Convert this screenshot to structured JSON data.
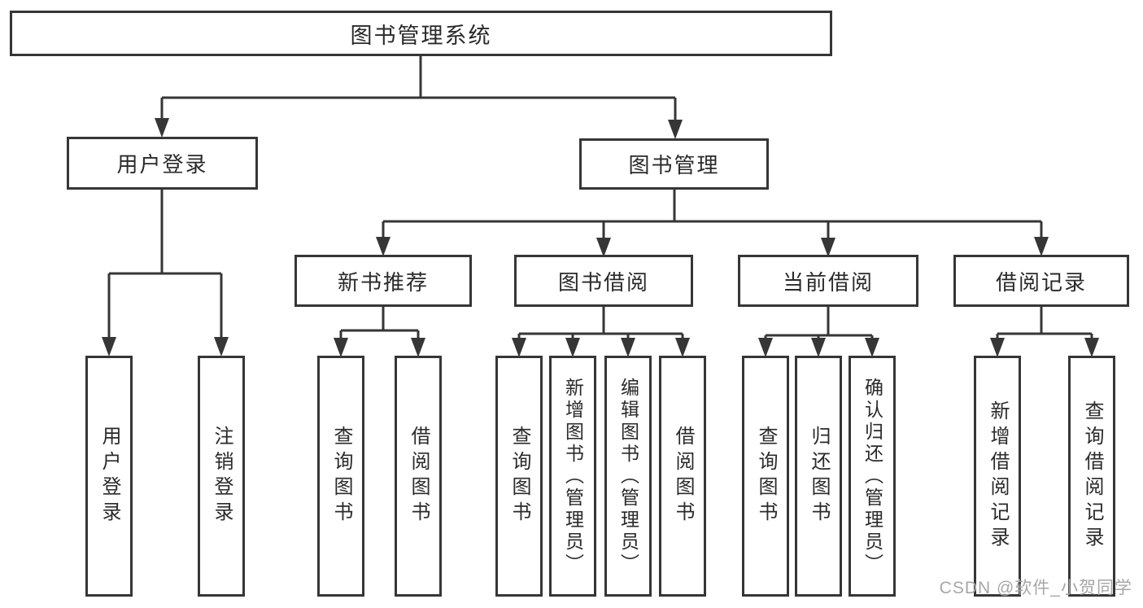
{
  "diagram": {
    "title": "图书管理系统",
    "watermark": "CSDN @软件_小贺同学",
    "palette": {
      "line": "#363636",
      "box_bg": "#ffffff",
      "text": "#2a2a2a",
      "watermark": "#a7a7a9"
    }
  },
  "nodes": {
    "root": {
      "label": "图书管理系统"
    },
    "level1": [
      {
        "label": "用户登录"
      },
      {
        "label": "图书管理"
      }
    ],
    "level2": [
      {
        "label": "新书推荐",
        "parent": "图书管理"
      },
      {
        "label": "图书借阅",
        "parent": "图书管理"
      },
      {
        "label": "当前借阅",
        "parent": "图书管理"
      },
      {
        "label": "借阅记录",
        "parent": "图书管理"
      }
    ],
    "leaves": [
      {
        "label": "用户登录",
        "parent": "用户登录"
      },
      {
        "label": "注销登录",
        "parent": "用户登录"
      },
      {
        "label": "查询图书",
        "parent": "新书推荐"
      },
      {
        "label": "借阅图书",
        "parent": "新书推荐"
      },
      {
        "label": "查询图书",
        "parent": "图书借阅"
      },
      {
        "label": "新增图书（管理员）",
        "parent": "图书借阅"
      },
      {
        "label": "编辑图书（管理员）",
        "parent": "图书借阅"
      },
      {
        "label": "借阅图书",
        "parent": "图书借阅"
      },
      {
        "label": "查询图书",
        "parent": "当前借阅"
      },
      {
        "label": "归还图书",
        "parent": "当前借阅"
      },
      {
        "label": "确认归还（管理员）",
        "parent": "当前借阅"
      },
      {
        "label": "新增借阅记录",
        "parent": "借阅记录"
      },
      {
        "label": "查询借阅记录",
        "parent": "借阅记录"
      }
    ]
  }
}
